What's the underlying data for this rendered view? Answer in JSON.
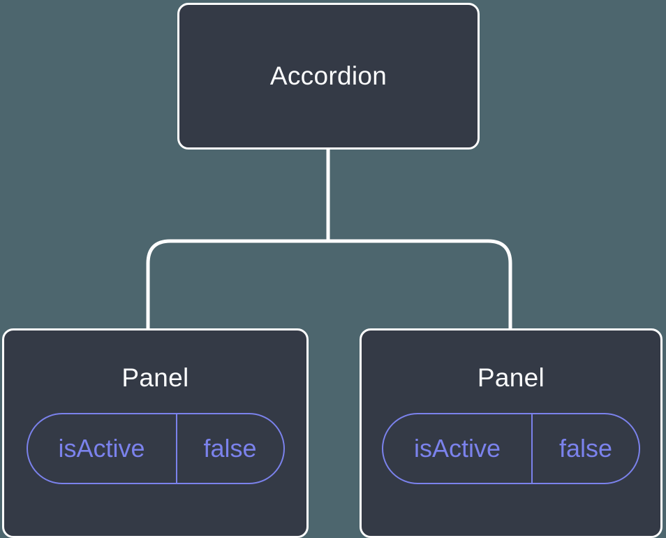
{
  "colors": {
    "background": "#4d666e",
    "node_fill": "#343a46",
    "node_border": "#ffffff",
    "accent_purple": "#7b82ec",
    "label_text": "#fbfcfd"
  },
  "tree": {
    "root": {
      "label": "Accordion"
    },
    "children": [
      {
        "label": "Panel",
        "state": {
          "name": "isActive",
          "value": "false"
        }
      },
      {
        "label": "Panel",
        "state": {
          "name": "isActive",
          "value": "false"
        }
      }
    ]
  }
}
